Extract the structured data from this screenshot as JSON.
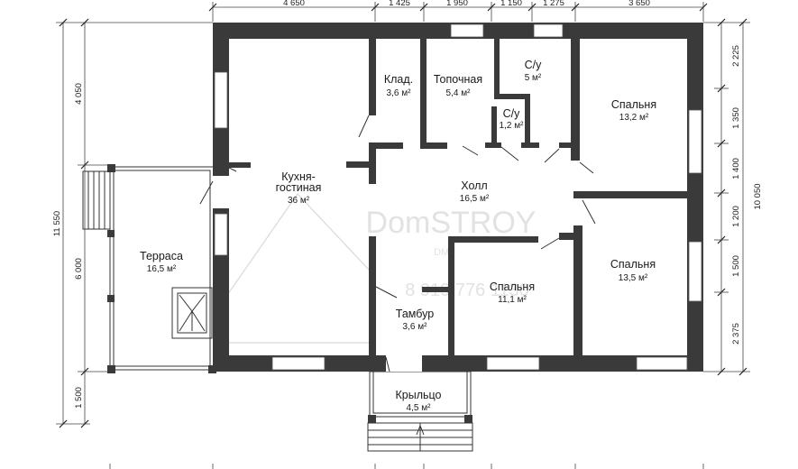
{
  "rooms": [
    {
      "name": "Кухня-\nгостиная",
      "area": "36 м²"
    },
    {
      "name": "Клад.",
      "area": "3,6 м²"
    },
    {
      "name": "Топочная",
      "area": "5,4 м²"
    },
    {
      "name": "С/у",
      "area": "5 м²"
    },
    {
      "name": "С/у",
      "area": "1,2 м²"
    },
    {
      "name": "Спальня",
      "area": "13,2 м²"
    },
    {
      "name": "Холл",
      "area": "16,5 м²"
    },
    {
      "name": "Спальня",
      "area": "13,5 м²"
    },
    {
      "name": "Спальня",
      "area": "11,1 м²"
    },
    {
      "name": "Тамбур",
      "area": "3,6 м²"
    },
    {
      "name": "Терраса",
      "area": "16,5 м²"
    },
    {
      "name": "Крыльцо",
      "area": "4,5 м²"
    }
  ],
  "dimensions": {
    "top": [
      "4 650",
      "1 425",
      "1 950",
      "1 150",
      "1 275",
      "3 650"
    ],
    "left_total": "11 550",
    "left": [
      "4 050",
      "6 000",
      "1 500"
    ],
    "right_total": "10 050",
    "right": [
      "2 225",
      "1 350",
      "1 400",
      "1 200",
      "1 500",
      "2 375"
    ]
  },
  "watermark": {
    "brand": "DomSTROY",
    "sub": "DMT",
    "phone": "8 919 776 1130"
  },
  "colors": {
    "wall": "#3a3a3a",
    "line": "#333333",
    "background": "#ffffff",
    "watermark": "#d9d9d9"
  }
}
